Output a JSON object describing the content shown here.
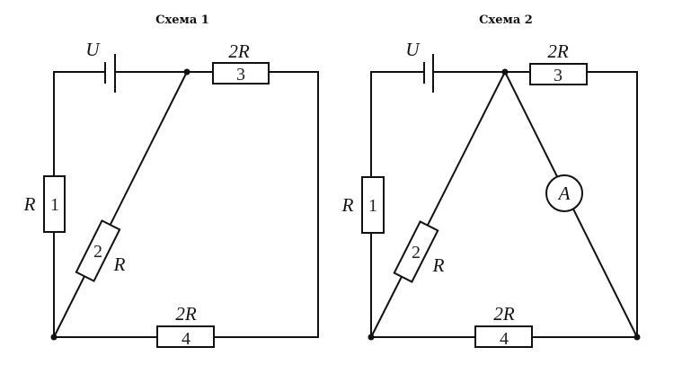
{
  "schemes": [
    {
      "title": "Схема 1",
      "battery_label": "U",
      "resistors": [
        {
          "number": "1",
          "value": "R"
        },
        {
          "number": "2",
          "value": "R"
        },
        {
          "number": "3",
          "value": "2R"
        },
        {
          "number": "4",
          "value": "2R"
        }
      ]
    },
    {
      "title": "Схема 2",
      "battery_label": "U",
      "ammeter_label": "A",
      "resistors": [
        {
          "number": "1",
          "value": "R"
        },
        {
          "number": "2",
          "value": "R"
        },
        {
          "number": "3",
          "value": "2R"
        },
        {
          "number": "4",
          "value": "2R"
        }
      ]
    }
  ]
}
